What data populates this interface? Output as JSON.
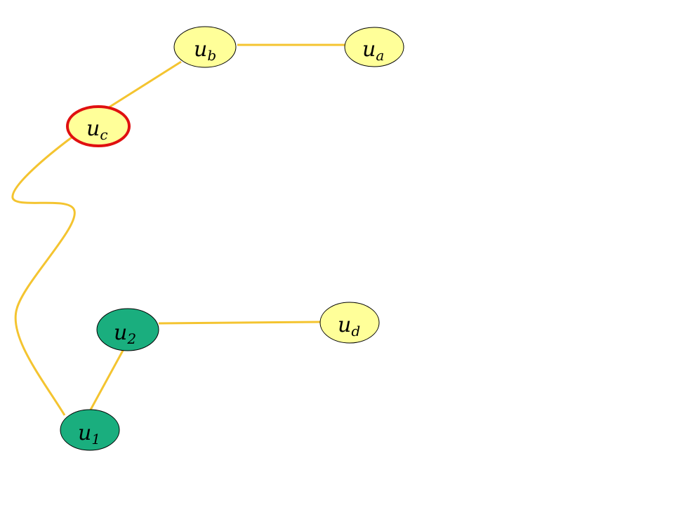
{
  "colors": {
    "edge": "#f4c430",
    "node_yellow": "#ffff99",
    "node_green": "#1aae7e",
    "node_outline": "#000000",
    "highlight_outline": "#e01010"
  },
  "nodes": {
    "ub": {
      "base": "u",
      "sub": "b",
      "fill": "yellow",
      "highlight": false
    },
    "ua": {
      "base": "u",
      "sub": "a",
      "fill": "yellow",
      "highlight": false
    },
    "uc": {
      "base": "u",
      "sub": "c",
      "fill": "yellow",
      "highlight": true
    },
    "ud": {
      "base": "u",
      "sub": "d",
      "fill": "yellow",
      "highlight": false
    },
    "u2": {
      "base": "u",
      "sub": "2",
      "fill": "green",
      "highlight": false
    },
    "u1": {
      "base": "u",
      "sub": "1",
      "fill": "green",
      "highlight": false
    }
  },
  "edges": [
    {
      "from": "ub",
      "to": "ua"
    },
    {
      "from": "ub",
      "to": "uc"
    },
    {
      "from": "uc",
      "to": "u1"
    },
    {
      "from": "u2",
      "to": "ud"
    },
    {
      "from": "u2",
      "to": "u1"
    }
  ]
}
